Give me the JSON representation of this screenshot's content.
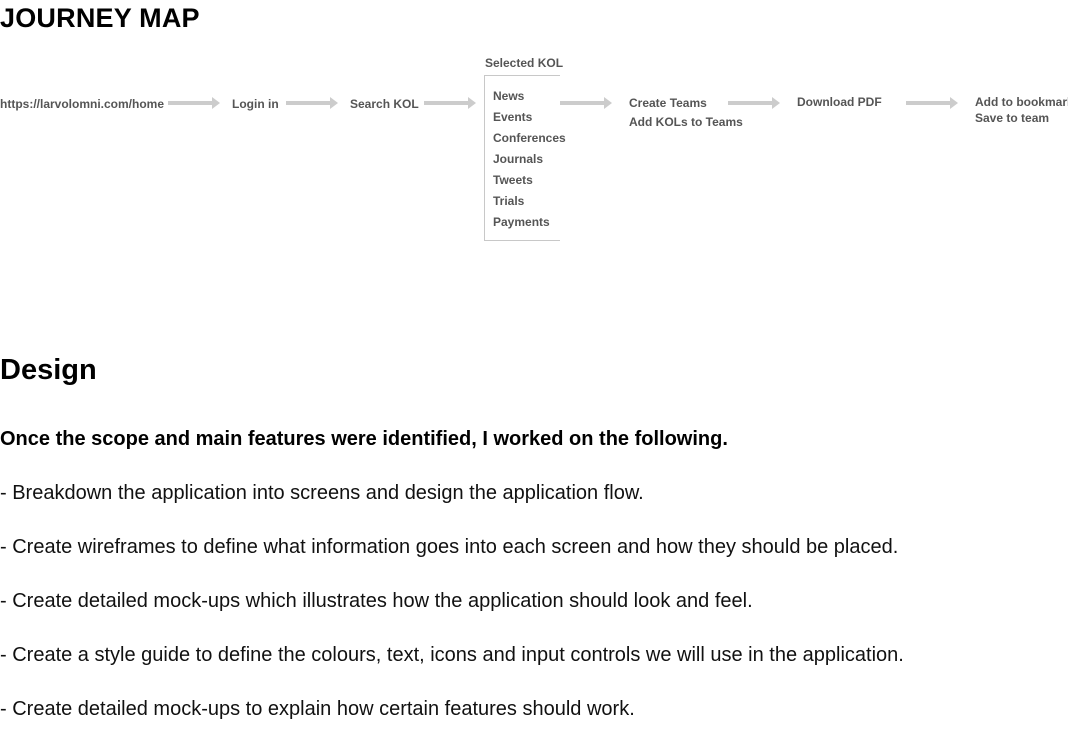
{
  "journey": {
    "title": "JOURNEY MAP",
    "steps": {
      "home_url": "https://larvolomni.com/home",
      "login": "Login in",
      "search": "Search KOL",
      "selected_label": "Selected KOL",
      "selected_items": [
        "News",
        "Events",
        "Conferences",
        "Journals",
        "Tweets",
        "Trials",
        "Payments"
      ],
      "teams": [
        "Create Teams",
        "Add KOLs to Teams"
      ],
      "download": "Download PDF",
      "bookmark": [
        "Add to bookmark",
        "Save to team"
      ]
    },
    "arrow_color": "#cccccc"
  },
  "design": {
    "title": "Design",
    "intro": "Once the scope and main features were identified, I worked on the following.",
    "bullets": [
      "- Breakdown the application into screens and design the application flow.",
      "- Create wireframes to define what information goes into each screen and how they should be placed.",
      "- Create detailed mock-ups which illustrates how the application should look and feel.",
      "- Create a style guide to define the colours, text, icons and input controls we will use in the application.",
      "- Create detailed mock-ups to explain how certain features should work."
    ]
  }
}
